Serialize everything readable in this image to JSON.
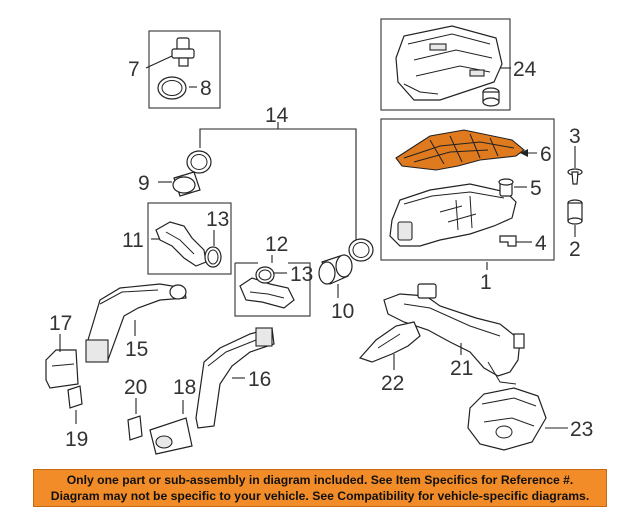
{
  "callouts": {
    "c1": "1",
    "c2": "2",
    "c3": "3",
    "c4": "4",
    "c5": "5",
    "c6": "6",
    "c7": "7",
    "c8": "8",
    "c9": "9",
    "c10": "10",
    "c11": "11",
    "c12": "12",
    "c13a": "13",
    "c13b": "13",
    "c14": "14",
    "c15": "15",
    "c16": "16",
    "c17": "17",
    "c18": "18",
    "c19": "19",
    "c20": "20",
    "c21": "21",
    "c22": "22",
    "c23": "23",
    "c24": "24"
  },
  "notice": {
    "line1": "Only one part or sub-assembly in diagram included. See Item Specifics for Reference #.",
    "line2": "Diagram may not be specific to your vehicle. See Compatibility for vehicle-specific diagrams."
  },
  "colors": {
    "highlight_part": "#e07a1f",
    "banner_background": "#f28c28"
  }
}
